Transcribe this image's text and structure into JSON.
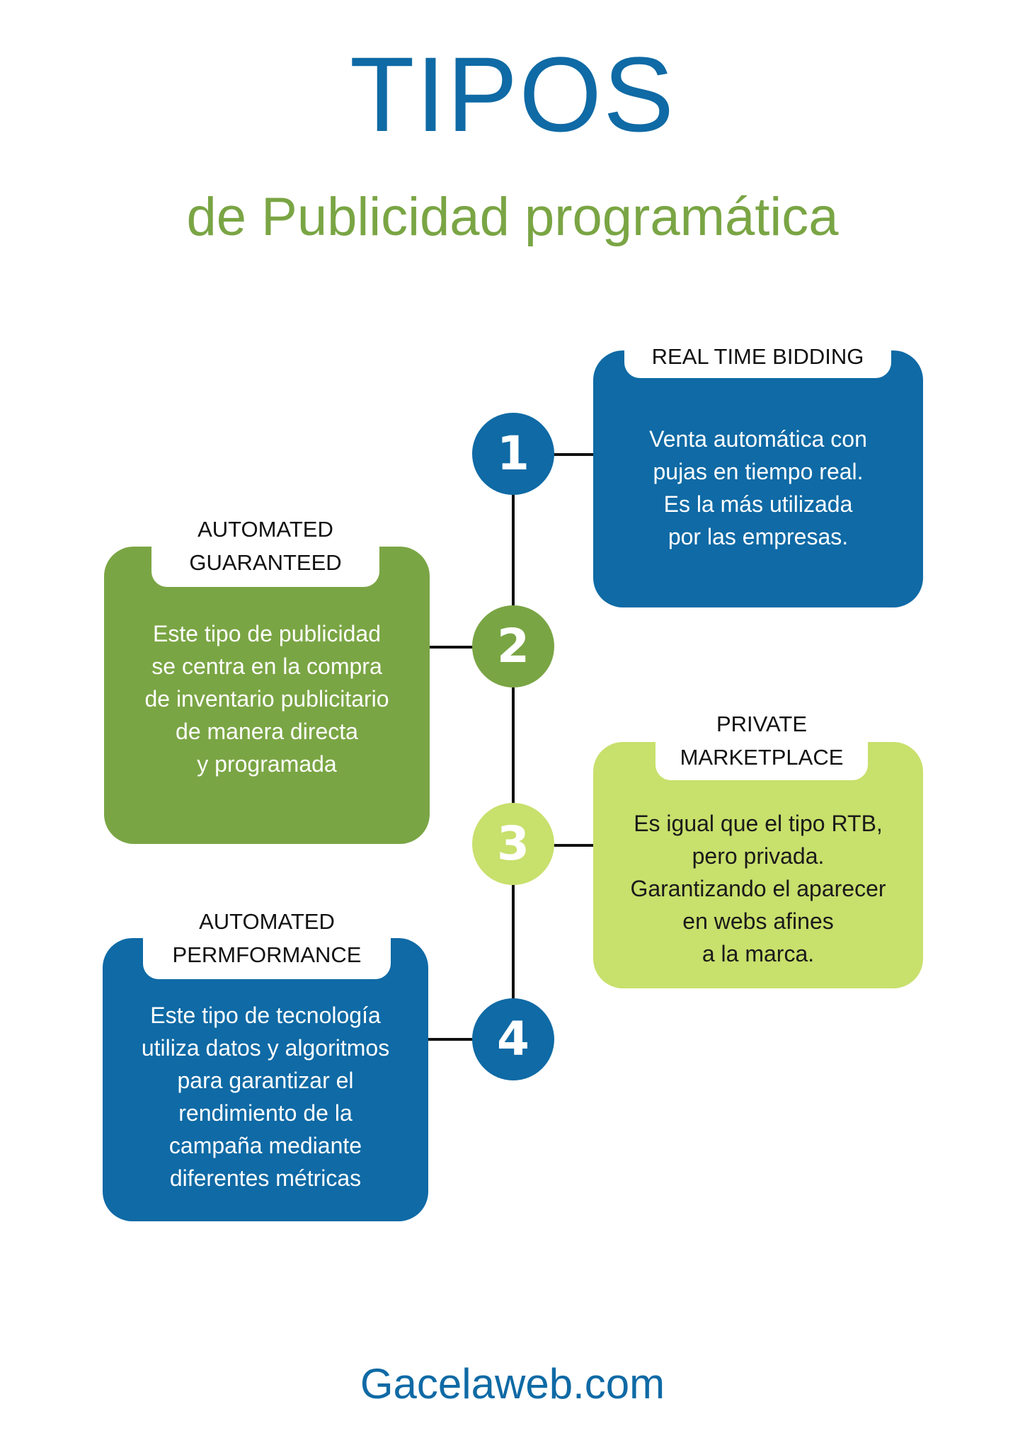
{
  "header": {
    "title": "TIPOS",
    "subtitle": "de Publicidad programática"
  },
  "colors": {
    "blue": "#0f6aa5",
    "green": "#7aa544",
    "lime": "#c8e06c"
  },
  "steps": [
    {
      "number": "1",
      "heading": [
        "REAL TIME BIDDING"
      ],
      "text": [
        "Venta automática con",
        "pujas en tiempo real.",
        "Es la más utilizada",
        "por las empresas."
      ]
    },
    {
      "number": "2",
      "heading": [
        "AUTOMATED",
        "GUARANTEED"
      ],
      "text": [
        "Este tipo de publicidad",
        "se centra en la compra",
        "de inventario publicitario",
        "de manera directa",
        "y programada"
      ]
    },
    {
      "number": "3",
      "heading": [
        "PRIVATE",
        "MARKETPLACE"
      ],
      "text": [
        "Es igual que el tipo RTB,",
        "pero privada.",
        "Garantizando el aparecer",
        "en webs afines",
        "a la marca."
      ]
    },
    {
      "number": "4",
      "heading": [
        "AUTOMATED",
        "PERMFORMANCE"
      ],
      "text": [
        "Este tipo de tecnología",
        "utiliza datos y algoritmos",
        "para garantizar el",
        "rendimiento de la",
        "campaña mediante",
        "diferentes métricas"
      ]
    }
  ],
  "footer": {
    "site": "Gacelaweb.com"
  }
}
